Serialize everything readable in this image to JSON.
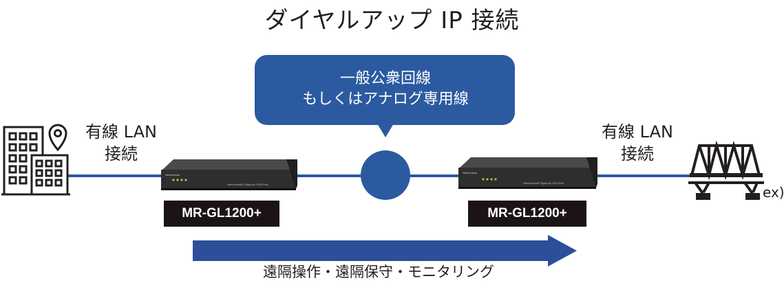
{
  "title": "ダイヤルアップ IP 接続",
  "network_bubble": {
    "line1": "一般公衆回線",
    "line2": "もしくはアナログ専用線"
  },
  "left_connection": {
    "line1": "有線 LAN",
    "line2": "接続"
  },
  "right_connection": {
    "line1": "有線 LAN",
    "line2": "接続"
  },
  "left_device": {
    "model": "MR-GL1200+",
    "face_text": "NetGenesis® GigaLink 1200 Plus",
    "brand": "NetGenesis"
  },
  "right_device": {
    "model": "MR-GL1200+",
    "face_text": "NetGenesis® GigaLink 1200 Plus",
    "brand": "NetGenesis"
  },
  "example_label": "ex)",
  "bottom_caption": "遠隔操作・遠隔保守・モニタリング",
  "icons": {
    "left": "office-building-location-icon",
    "right": "bridge-icon",
    "center": "network-circle-icon"
  },
  "colors": {
    "blue_line": "#2c58a5",
    "bubble": "#2c5aa0",
    "arrow": "#2d4e9a",
    "dark": "#231f20",
    "label_bg": "#1c1414"
  }
}
